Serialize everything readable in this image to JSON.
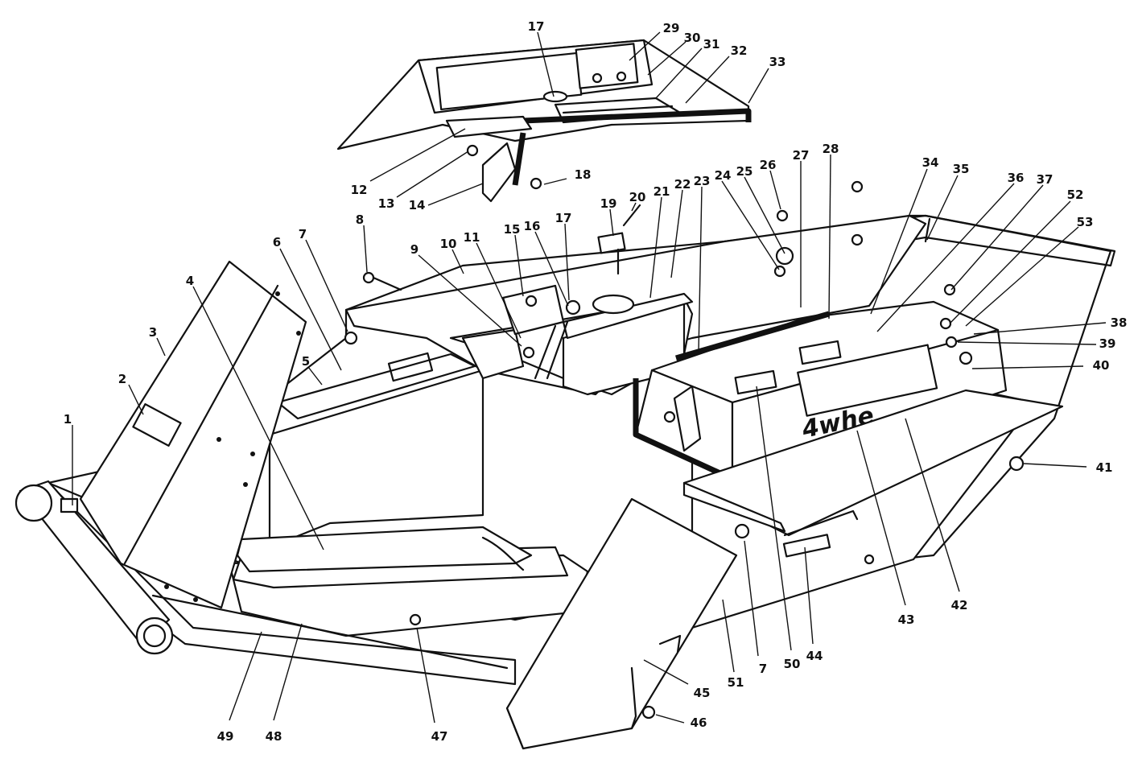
{
  "diagram": {
    "decal_text": "4whe",
    "part_numbers": [
      "1",
      "2",
      "3",
      "4",
      "5",
      "6",
      "7",
      "8",
      "9",
      "10",
      "11",
      "12",
      "13",
      "14",
      "15",
      "16",
      "17",
      "17",
      "18",
      "19",
      "20",
      "21",
      "22",
      "23",
      "24",
      "25",
      "26",
      "27",
      "28",
      "29",
      "30",
      "31",
      "32",
      "33",
      "34",
      "35",
      "36",
      "37",
      "38",
      "39",
      "40",
      "41",
      "42",
      "43",
      "44",
      "45",
      "46",
      "47",
      "48",
      "49",
      "50",
      "51",
      "52",
      "53",
      "7"
    ]
  }
}
